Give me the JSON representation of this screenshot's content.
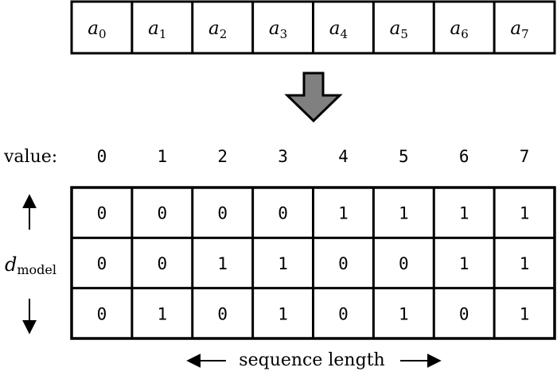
{
  "sequence": {
    "tokens": [
      {
        "base": "a",
        "sub": "0"
      },
      {
        "base": "a",
        "sub": "1"
      },
      {
        "base": "a",
        "sub": "2"
      },
      {
        "base": "a",
        "sub": "3"
      },
      {
        "base": "a",
        "sub": "4"
      },
      {
        "base": "a",
        "sub": "5"
      },
      {
        "base": "a",
        "sub": "6"
      },
      {
        "base": "a",
        "sub": "7"
      }
    ]
  },
  "arrow": {
    "color": "#808080",
    "icon": "down-arrow-icon"
  },
  "value_row": {
    "label": "value:",
    "values": [
      "0",
      "1",
      "2",
      "3",
      "4",
      "5",
      "6",
      "7"
    ]
  },
  "encoding": {
    "rows": [
      [
        "0",
        "0",
        "0",
        "0",
        "1",
        "1",
        "1",
        "1"
      ],
      [
        "0",
        "0",
        "1",
        "1",
        "0",
        "0",
        "1",
        "1"
      ],
      [
        "0",
        "1",
        "0",
        "1",
        "0",
        "1",
        "0",
        "1"
      ]
    ]
  },
  "axis": {
    "vertical": {
      "base": "d",
      "sub": "model"
    },
    "horizontal": "sequence length"
  }
}
